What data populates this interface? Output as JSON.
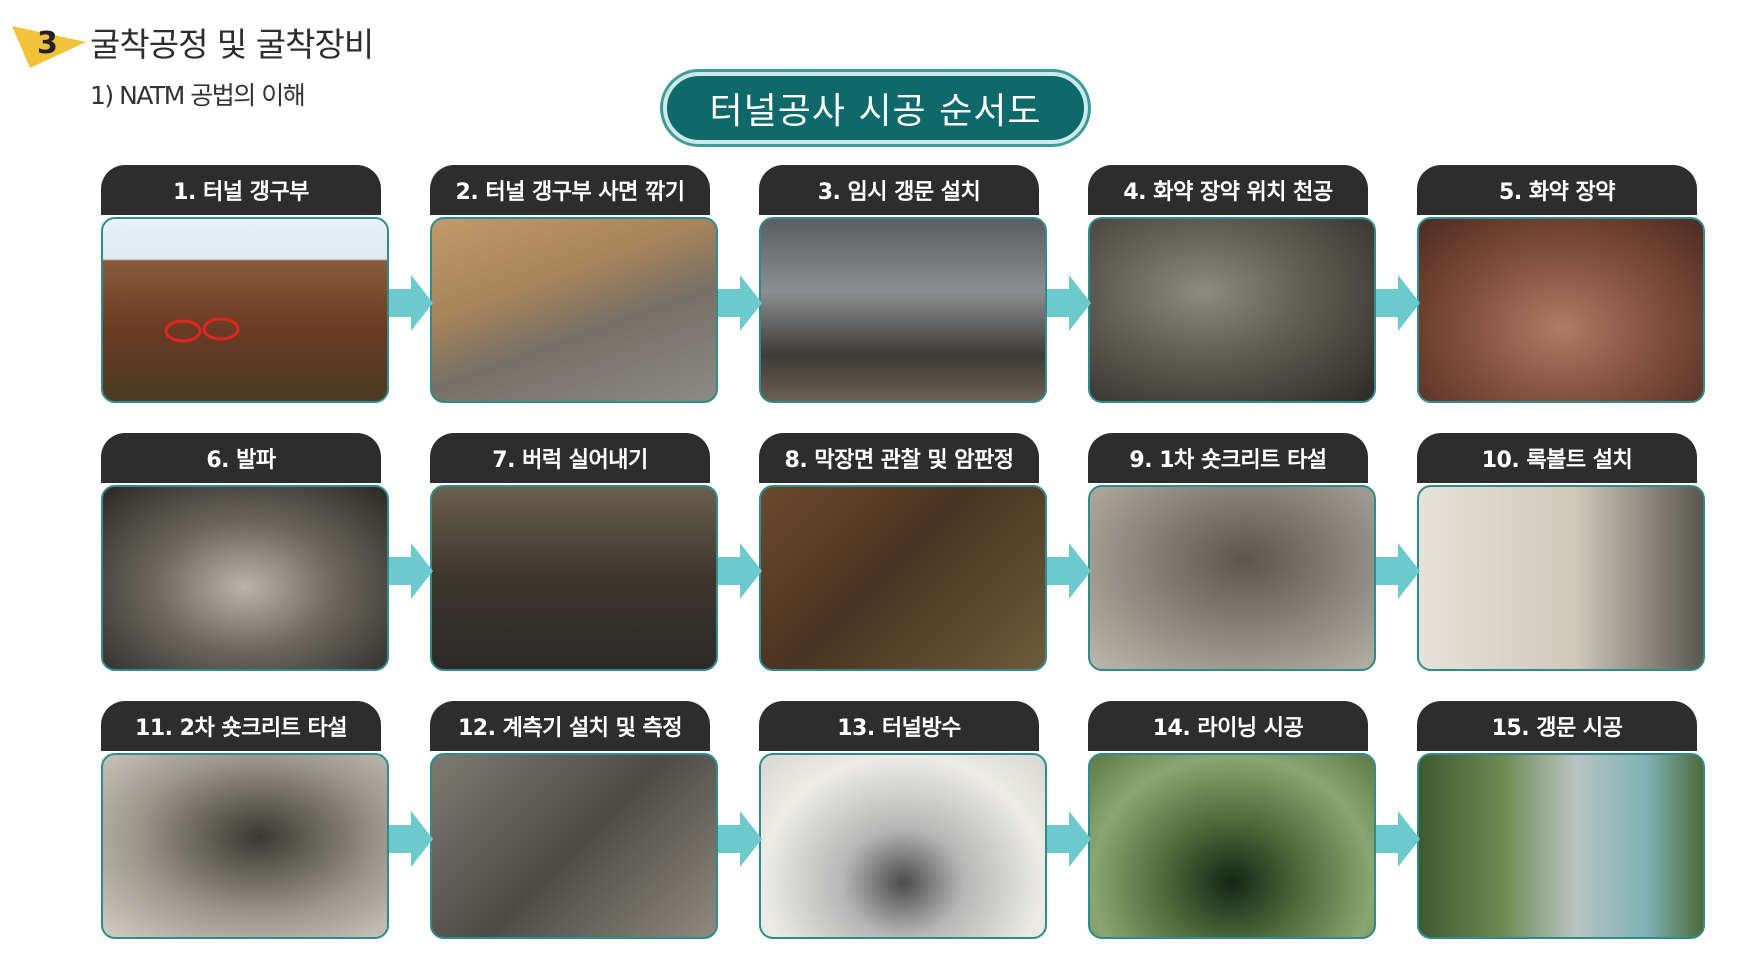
{
  "section": {
    "number": "3",
    "title": "굴착공정 및 굴착장비",
    "subtitle": "1) NATM 공법의 이해"
  },
  "main_title": "터널공사 시공 순서도",
  "colors": {
    "accent": "#0e6a6a",
    "header_bg": "#2d2d2d",
    "arrow": "#6cc9cc",
    "badge": "#f3c23b"
  },
  "steps": [
    {
      "label": "1. 터널 갱구부"
    },
    {
      "label": "2. 터널 갱구부 사면 깎기"
    },
    {
      "label": "3. 임시 갱문 설치"
    },
    {
      "label": "4. 화약 장약 위치 천공"
    },
    {
      "label": "5. 화약 장약"
    },
    {
      "label": "6. 발파"
    },
    {
      "label": "7. 버럭 실어내기"
    },
    {
      "label": "8. 막장면 관찰 및 암판정"
    },
    {
      "label": "9. 1차 숏크리트 타설"
    },
    {
      "label": "10. 록볼트 설치"
    },
    {
      "label": "11. 2차 숏크리트 타설"
    },
    {
      "label": "12. 계측기 설치 및 측정"
    },
    {
      "label": "13. 터널방수"
    },
    {
      "label": "14. 라이닝 시공"
    },
    {
      "label": "15. 갱문 시공"
    }
  ]
}
